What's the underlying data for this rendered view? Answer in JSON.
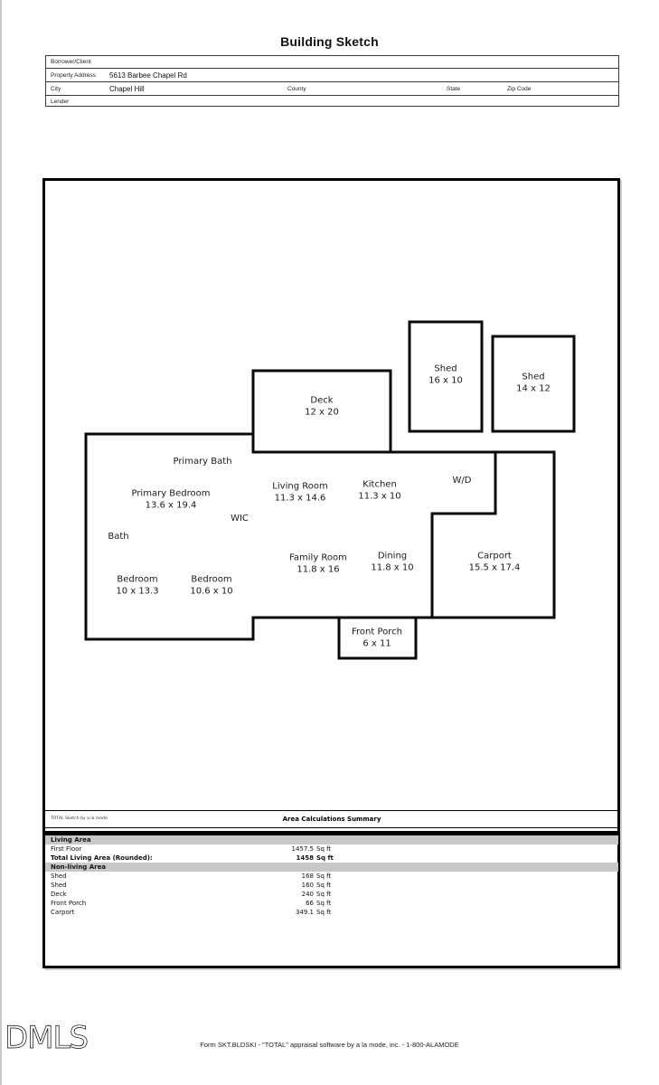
{
  "title": "Building Sketch",
  "form": {
    "borrower_label": "Borrower/Client",
    "property_address_label": "Property Address",
    "property_address_value": "5613 Barbee Chapel Rd",
    "city_label": "City",
    "city_value": "Chapel Hill",
    "county_label": "County",
    "state_label": "State",
    "zip_label": "Zip Code",
    "lender_label": "Lender"
  },
  "sketch": {
    "rooms": [
      {
        "name": "Shed",
        "dims": "16 x 10"
      },
      {
        "name": "Shed",
        "dims": "14 x 12"
      },
      {
        "name": "Deck",
        "dims": "12 x 20"
      },
      {
        "name": "Primary Bath",
        "dims": ""
      },
      {
        "name": "Primary Bedroom",
        "dims": "13.6 x 19.4"
      },
      {
        "name": "Living Room",
        "dims": "11.3 x 14.6"
      },
      {
        "name": "Kitchen",
        "dims": "11.3 x 10"
      },
      {
        "name": "W/D",
        "dims": ""
      },
      {
        "name": "WIC",
        "dims": ""
      },
      {
        "name": "Bath",
        "dims": ""
      },
      {
        "name": "Family Room",
        "dims": "11.8 x 16"
      },
      {
        "name": "Dining",
        "dims": "11.8 x 10"
      },
      {
        "name": "Carport",
        "dims": "15.5 x 17.4"
      },
      {
        "name": "Bedroom",
        "dims": "10 x 13.3"
      },
      {
        "name": "Bedroom",
        "dims": "10.6 x 10"
      },
      {
        "name": "Front Porch",
        "dims": "6 x 11"
      }
    ]
  },
  "summary": {
    "watermark": "TOTAL Sketch by a la mode",
    "title": "Area Calculations Summary",
    "sections": [
      {
        "header": "Living Area",
        "rows": [
          {
            "label": "First Floor",
            "num": "1457.5",
            "unit": "Sq ft"
          },
          {
            "label": "Total Living Area (Rounded):",
            "num": "1458",
            "unit": "Sq ft"
          }
        ]
      },
      {
        "header": "Non-living Area",
        "rows": [
          {
            "label": "Shed",
            "num": "168",
            "unit": "Sq ft"
          },
          {
            "label": "Shed",
            "num": "160",
            "unit": "Sq ft"
          },
          {
            "label": "Deck",
            "num": "240",
            "unit": "Sq ft"
          },
          {
            "label": "Front Porch",
            "num": "66",
            "unit": "Sq ft"
          },
          {
            "label": "Carport",
            "num": "349.1",
            "unit": "Sq ft"
          }
        ]
      }
    ]
  },
  "footer": {
    "logo": "DMLS",
    "text": "Form SKT.BLDSKI - \"TOTAL\" appraisal software by a la mode, inc. - 1-800-ALAMODE"
  }
}
